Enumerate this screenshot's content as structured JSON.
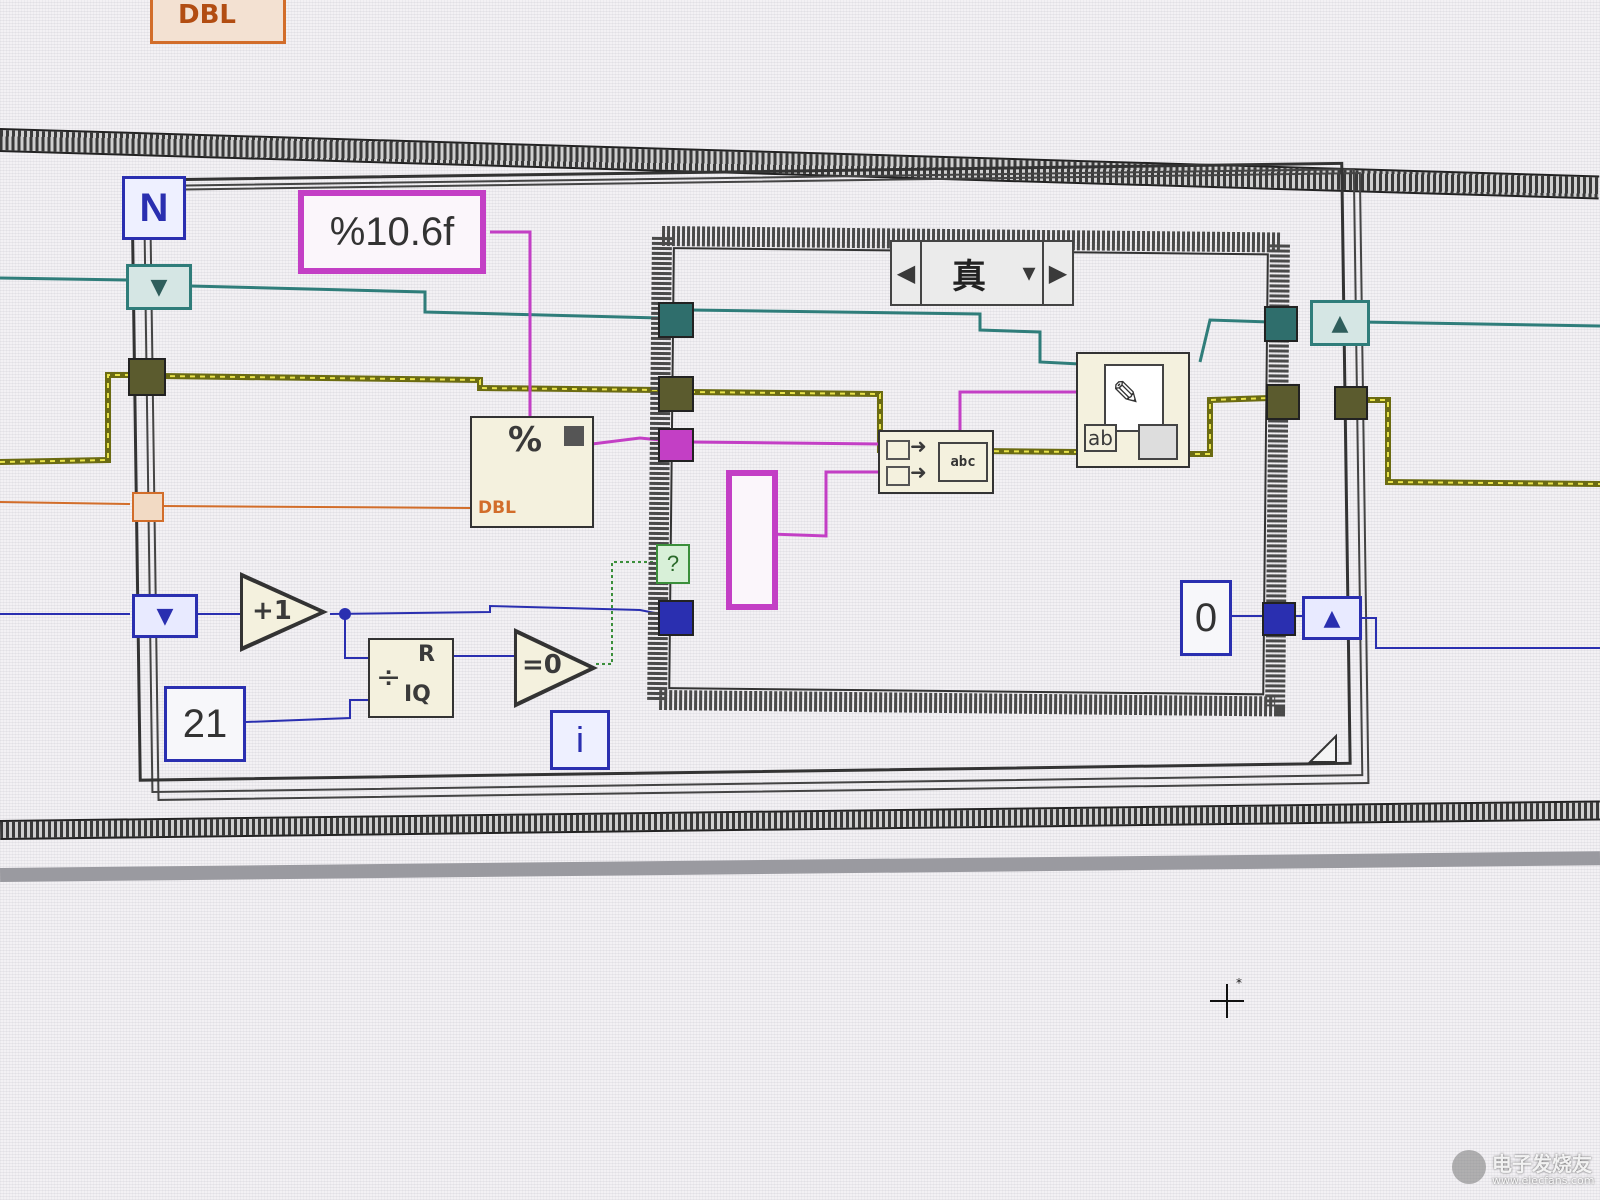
{
  "diagram": {
    "top_fragment_label": "DBL",
    "for_loop": {
      "count_terminal": "N",
      "iteration_terminal": "i"
    },
    "constants": {
      "format_string": "%10.6f",
      "divisor": "21",
      "false_default": "0"
    },
    "case_structure": {
      "selector_value": "真",
      "selector_dropdown": "▾",
      "prev_arrow": "◀",
      "next_arrow": "▶"
    },
    "functions": {
      "increment": "+1",
      "quotient_remainder_top": "R",
      "quotient_remainder_bottom": "IQ",
      "equal_zero": "=0",
      "format_into_string_symbol": "%",
      "format_into_string_type": "DBL",
      "concatenate_output": "abc",
      "write_text_file_icon": "ab",
      "case_selector_terminal": "?"
    },
    "colors": {
      "wire_string": "#c33fc5",
      "wire_refnum": "#2f7d7a",
      "wire_error": "#8a8a1a",
      "wire_double": "#d26d2a",
      "wire_integer": "#2a2fb0",
      "wire_boolean": "#3b8f3b",
      "structure_border": "#4a4a4a"
    }
  },
  "watermark": {
    "chinese": "电子发烧友",
    "url": "www.elecfans.com"
  }
}
